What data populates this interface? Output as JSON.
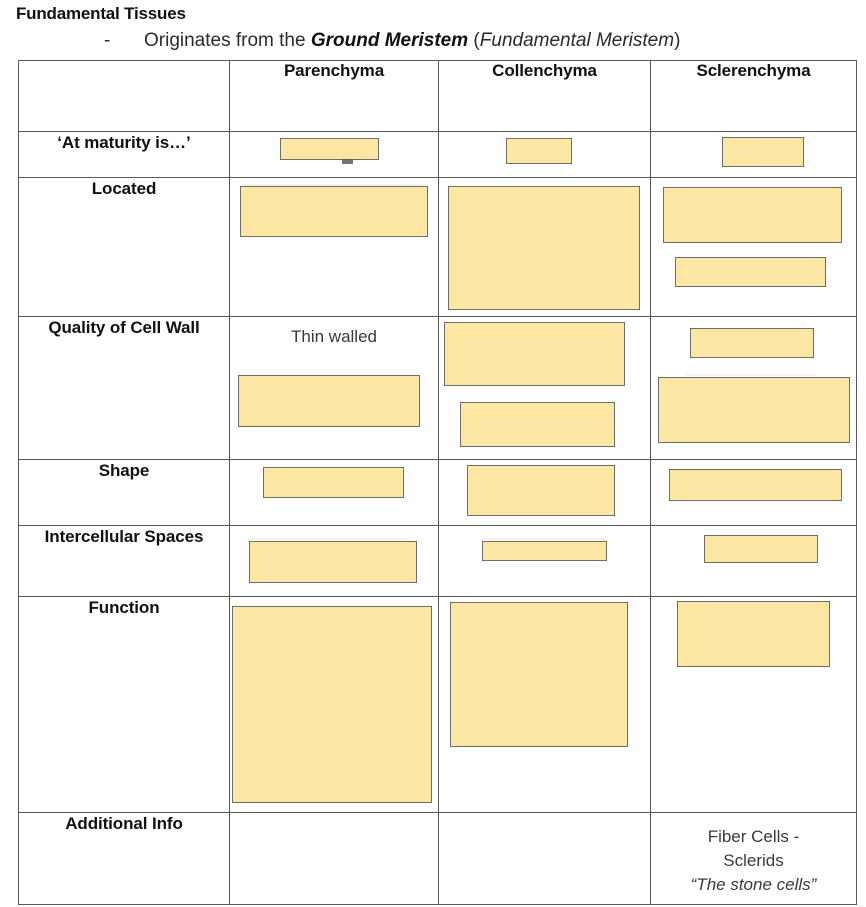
{
  "heading": {
    "title": "Fundamental Tissues",
    "bullet_marker": "-",
    "bullet_prefix": "Originates from the ",
    "bullet_bold": "Ground Meristem",
    "bullet_suffix_open": " (",
    "bullet_italic": "Fundamental Meristem",
    "bullet_suffix_close": ")"
  },
  "table": {
    "columns": [
      {
        "id": "row-label",
        "label": ""
      },
      {
        "id": "parenchyma",
        "label": "Parenchyma"
      },
      {
        "id": "collenchyma",
        "label": "Collenchyma"
      },
      {
        "id": "sclerenchyma",
        "label": "Sclerenchyma"
      }
    ],
    "rows": [
      {
        "id": "at-maturity",
        "label": "‘At maturity is…’",
        "cells": {
          "parenchyma": "",
          "collenchyma": "",
          "sclerenchyma": ""
        }
      },
      {
        "id": "located",
        "label": "Located",
        "cells": {
          "parenchyma": "",
          "collenchyma": "",
          "sclerenchyma": ""
        }
      },
      {
        "id": "quality-of-cell-wall",
        "label": "Quality of Cell Wall",
        "cells": {
          "parenchyma": "Thin walled",
          "collenchyma": "",
          "sclerenchyma": ""
        }
      },
      {
        "id": "shape",
        "label": "Shape",
        "cells": {
          "parenchyma": "",
          "collenchyma": "",
          "sclerenchyma": ""
        }
      },
      {
        "id": "intercellular-spaces",
        "label": "Intercellular Spaces",
        "cells": {
          "parenchyma": "",
          "collenchyma": "",
          "sclerenchyma": ""
        }
      },
      {
        "id": "function",
        "label": "Function",
        "cells": {
          "parenchyma": "",
          "collenchyma": "",
          "sclerenchyma": ""
        }
      },
      {
        "id": "additional-info",
        "label": "Additional Info",
        "cells": {
          "parenchyma": "",
          "collenchyma": "",
          "sclerenchyma_line1": "Fiber Cells -",
          "sclerenchyma_line2": "Sclerids",
          "sclerenchyma_line3": "“The stone cells”"
        }
      }
    ]
  },
  "colors": {
    "highlight_fill": "#FCE6A4",
    "highlight_border": "#6E6E68",
    "table_border": "#595959",
    "text": "#1A1A1A",
    "cell_text": "#3A3A3A",
    "page_background": "#FFFFFF"
  }
}
